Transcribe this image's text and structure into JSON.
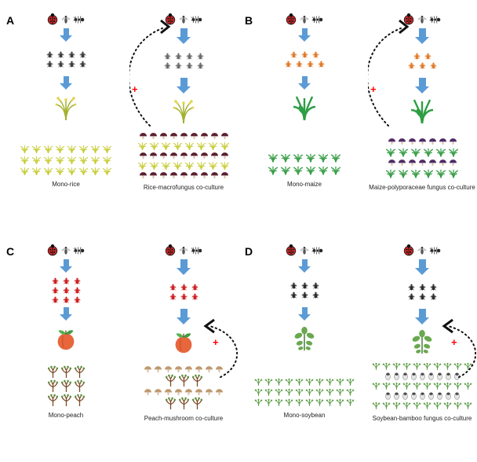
{
  "figure": {
    "arrow_color": "#5b9bd5",
    "plus_symbol": "+",
    "plus_color": "#ff0000",
    "feedback_line_color": "#111111"
  },
  "panels": [
    {
      "letter": "A",
      "predators": [
        "ladybug",
        "fly",
        "ant"
      ],
      "columns": [
        {
          "type": "mono",
          "label": "Mono-rice",
          "pest": {
            "icon": "bug",
            "color": "#3d3d3d",
            "rows": [
              4,
              4
            ]
          },
          "plant": {
            "icon": "rice"
          },
          "field_rows": [
            {
              "icon": "crop-rice",
              "color": "#c9cf3f",
              "count": 8
            },
            {
              "icon": "crop-rice",
              "color": "#c9cf3f",
              "count": 8
            },
            {
              "icon": "crop-rice",
              "color": "#c9cf3f",
              "count": 8
            }
          ]
        },
        {
          "type": "co",
          "label": "Rice-macrofungus co-culture",
          "feedback_target": "predators",
          "pest": {
            "icon": "bug",
            "color": "#6a6a6a",
            "rows": [
              4,
              4
            ]
          },
          "plant": {
            "icon": "rice"
          },
          "field_rows": [
            {
              "icon": "mushroom",
              "color": "#5a1f2f",
              "count": 9
            },
            {
              "icon": "crop-rice",
              "color": "#c9cf3f",
              "count": 8
            },
            {
              "icon": "mushroom",
              "color": "#5a1f2f",
              "count": 9
            },
            {
              "icon": "crop-rice",
              "color": "#c9cf3f",
              "count": 8
            },
            {
              "icon": "mushroom",
              "color": "#5a1f2f",
              "count": 9
            }
          ]
        }
      ]
    },
    {
      "letter": "B",
      "predators": [
        "ladybug",
        "fly",
        "ant"
      ],
      "columns": [
        {
          "type": "mono",
          "label": "Mono-maize",
          "pest": {
            "icon": "bug",
            "color": "#e07a2a",
            "rows": [
              3,
              4
            ]
          },
          "plant": {
            "icon": "maize"
          },
          "field_rows": [
            {
              "icon": "crop-maize",
              "color": "#3da04b",
              "count": 6
            },
            {
              "icon": "crop-maize",
              "color": "#3da04b",
              "count": 6
            }
          ]
        },
        {
          "type": "co",
          "label": "Maize-polyporaceae fungus co-culture",
          "feedback_target": "predators",
          "pest": {
            "icon": "bug",
            "color": "#e07a2a",
            "rows": [
              2,
              3
            ]
          },
          "plant": {
            "icon": "maize"
          },
          "field_rows": [
            {
              "icon": "mushroom",
              "color": "#4f2b66",
              "count": 7
            },
            {
              "icon": "crop-maize",
              "color": "#3da04b",
              "count": 6
            },
            {
              "icon": "mushroom",
              "color": "#4f2b66",
              "count": 7
            },
            {
              "icon": "crop-maize",
              "color": "#3da04b",
              "count": 6
            }
          ]
        }
      ]
    },
    {
      "letter": "C",
      "predators": [
        "ladybug",
        "fly",
        "ant"
      ],
      "columns": [
        {
          "type": "mono",
          "label": "Mono-peach",
          "pest": {
            "icon": "bug",
            "color": "#cc1f1f",
            "rows": [
              3,
              3,
              3
            ]
          },
          "plant": {
            "icon": "peach"
          },
          "field_rows": [
            {
              "icon": "tree",
              "count": 3
            },
            {
              "icon": "tree",
              "count": 3
            },
            {
              "icon": "tree",
              "count": 3
            }
          ]
        },
        {
          "type": "co",
          "label": "Peach-mushroom co-culture",
          "feedback_target": "plant",
          "pest": {
            "icon": "bug",
            "color": "#cc1f1f",
            "rows": [
              3,
              3
            ]
          },
          "plant": {
            "icon": "peach"
          },
          "field_rows": [
            {
              "icon": "mushroom",
              "color": "#bf9a6f",
              "count": 8
            },
            {
              "icon": "tree",
              "count": 3
            },
            {
              "icon": "mushroom",
              "color": "#bf9a6f",
              "count": 8
            },
            {
              "icon": "tree",
              "count": 3
            }
          ]
        }
      ]
    },
    {
      "letter": "D",
      "predators": [
        "ladybug",
        "fly",
        "ant"
      ],
      "columns": [
        {
          "type": "mono",
          "label": "Mono-soybean",
          "pest": {
            "icon": "bug",
            "color": "#2b2b2b",
            "rows": [
              3,
              3
            ]
          },
          "plant": {
            "icon": "soy"
          },
          "field_rows": [
            {
              "icon": "crop-soy",
              "color": "#5f9e49",
              "count": 10
            },
            {
              "icon": "crop-soy",
              "color": "#5f9e49",
              "count": 10
            },
            {
              "icon": "crop-soy",
              "color": "#5f9e49",
              "count": 10
            }
          ]
        },
        {
          "type": "co",
          "label": "Soybean-bamboo fungus co-culture",
          "feedback_target": "plant",
          "pest": {
            "icon": "bug",
            "color": "#2b2b2b",
            "rows": [
              3,
              3
            ]
          },
          "plant": {
            "icon": "soy"
          },
          "field_rows": [
            {
              "icon": "crop-soy",
              "color": "#5f9e49",
              "count": 10
            },
            {
              "icon": "bamboo-fungus",
              "count": 9
            },
            {
              "icon": "crop-soy",
              "color": "#5f9e49",
              "count": 10
            },
            {
              "icon": "bamboo-fungus",
              "count": 9
            },
            {
              "icon": "crop-soy",
              "color": "#5f9e49",
              "count": 10
            }
          ]
        }
      ]
    }
  ]
}
